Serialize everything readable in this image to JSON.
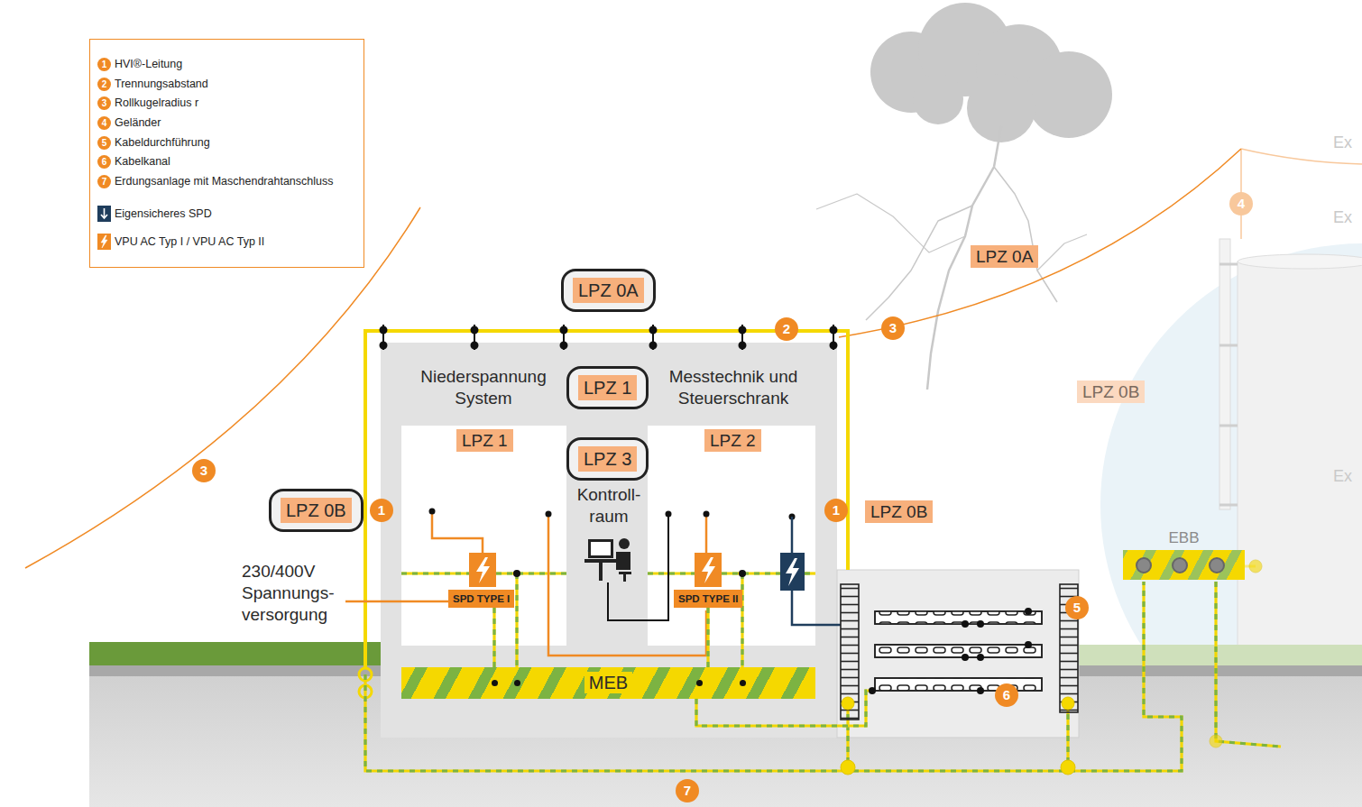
{
  "diagram": {
    "nodes": [
      {
        "text": [
          "LPZ 0A"
        ]
      },
      {
        "text": [
          "LPZ 1"
        ]
      },
      {
        "text": [
          "LPZ 3"
        ]
      },
      {
        "text": [
          "LPZ 0B"
        ]
      },
      {
        "text": [
          "LPZ 1"
        ]
      },
      {
        "text": [
          "LPZ 2"
        ]
      },
      {
        "text": [
          "LPZ 0A"
        ]
      },
      {
        "text": [
          "LPZ 0B"
        ]
      },
      {
        "text": [
          "LPZ 0B"
        ]
      },
      {
        "text": [
          "SPD TYPE I"
        ]
      },
      {
        "text": [
          "SPD TYPE II"
        ]
      },
      {
        "text": [
          "MEB"
        ]
      },
      {
        "text": [
          "EBB"
        ]
      }
    ],
    "edges": [
      {
        "from": 9,
        "to": 11,
        "arrow": "none"
      },
      {
        "from": 10,
        "to": 11,
        "arrow": "none"
      }
    ],
    "labels": [
      "1",
      "2",
      "3",
      "4",
      "5",
      "6",
      "7",
      "Niederspannung System",
      "Messtechnik und Steuerschrank",
      "Kontroll- raum",
      "230/400V Spannungs- versorgung",
      "1",
      "1",
      "2",
      "3",
      "3",
      "4",
      "5",
      "6",
      "7",
      "Ex",
      "Ex",
      "Ex"
    ],
    "legend": [
      {
        "text": "HVI®-Leitung"
      },
      {
        "text": "Trennungsabstand"
      },
      {
        "text": "Rollkugelradius r"
      },
      {
        "text": "Geländer"
      },
      {
        "text": "Kabeldurchführung"
      },
      {
        "text": "Kabelkanal"
      },
      {
        "text": "Erdungsanlage mit Maschendrahtanschluss"
      },
      {
        "text": "Eigensicheres SPD"
      },
      {
        "text": "VPU AC Typ I / VPU AC Typ II"
      }
    ]
  }
}
